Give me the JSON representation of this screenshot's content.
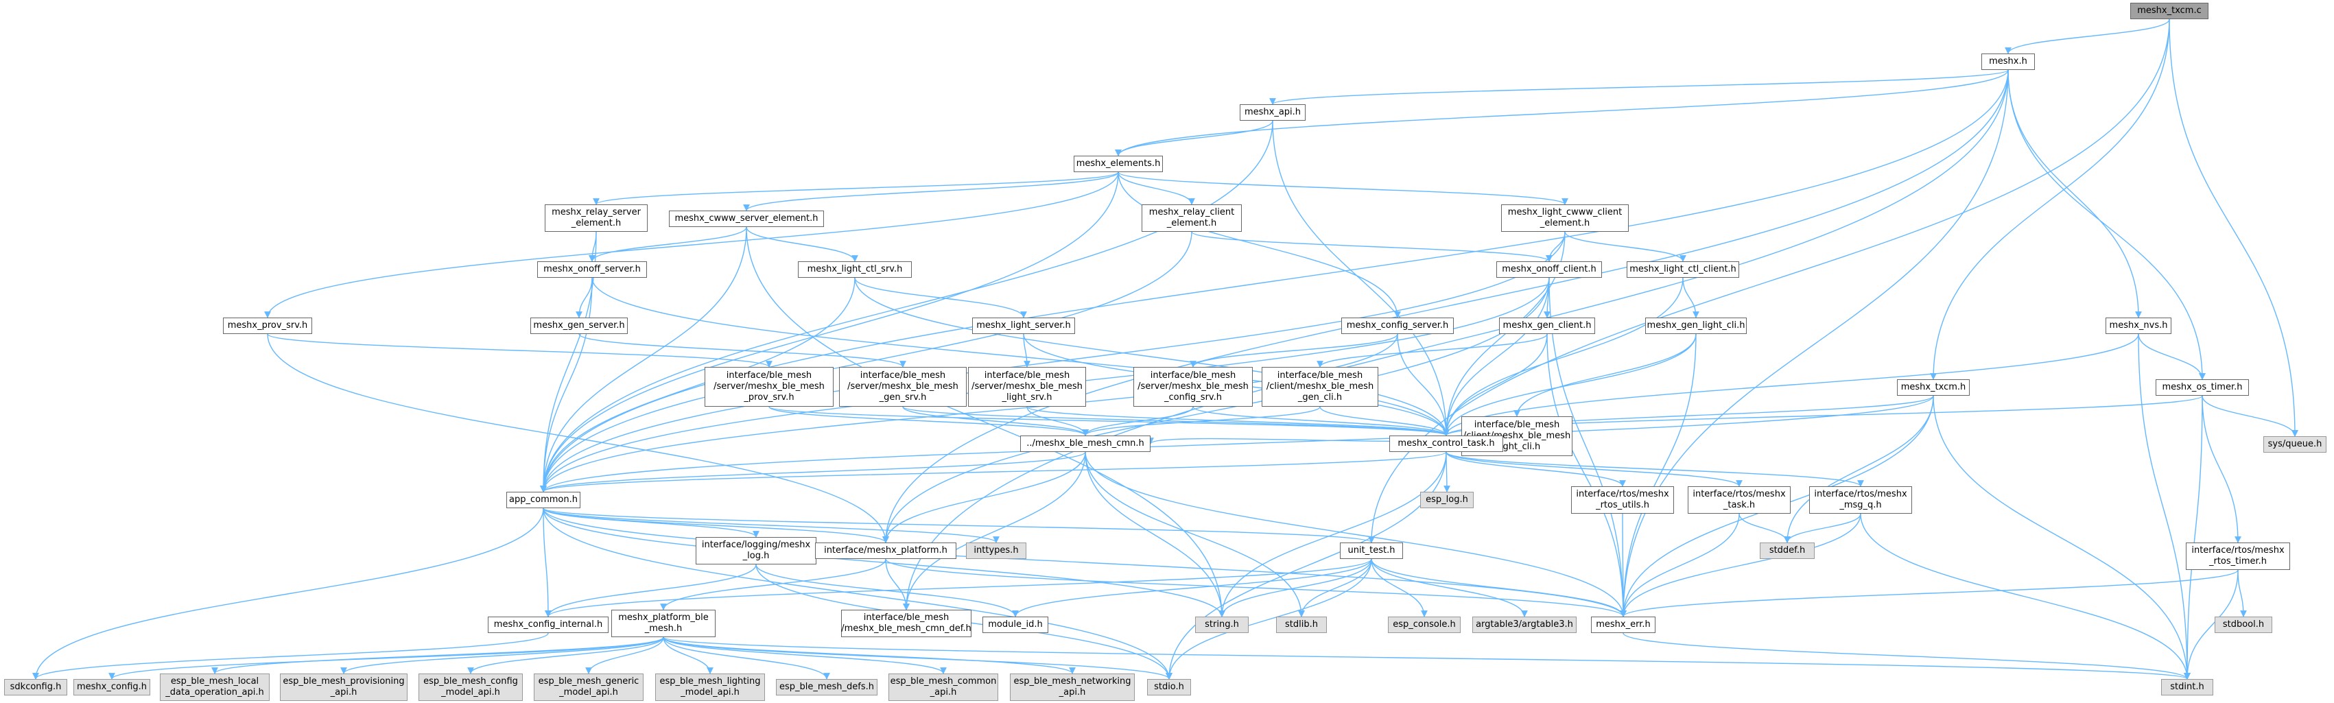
{
  "colors": {
    "edge": "#63b8ff",
    "node_border": "#666666",
    "sys_fill": "#e0e0e0",
    "root_fill": "#a0a0a0"
  },
  "nodes": {
    "meshx_txcm_c": "meshx_txcm.c",
    "meshx_h": "meshx.h",
    "meshx_api_h": "meshx_api.h",
    "meshx_elements_h": "meshx_elements.h",
    "meshx_relay_server_element_h": "meshx_relay_server\n_element.h",
    "meshx_cwww_server_element_h": "meshx_cwww_server_element.h",
    "meshx_relay_client_element_h": "meshx_relay_client\n_element.h",
    "meshx_light_cwww_client_element_h": "meshx_light_cwww_client\n_element.h",
    "meshx_onoff_server_h": "meshx_onoff_server.h",
    "meshx_light_ctl_srv_h": "meshx_light_ctl_srv.h",
    "meshx_onoff_client_h": "meshx_onoff_client.h",
    "meshx_light_ctl_client_h": "meshx_light_ctl_client.h",
    "meshx_prov_srv_h": "meshx_prov_srv.h",
    "meshx_gen_server_h": "meshx_gen_server.h",
    "meshx_light_server_h": "meshx_light_server.h",
    "meshx_config_server_h": "meshx_config_server.h",
    "meshx_gen_client_h": "meshx_gen_client.h",
    "meshx_gen_light_cli_h": "meshx_gen_light_cli.h",
    "meshx_nvs_h": "meshx_nvs.h",
    "meshx_txcm_h": "meshx_txcm.h",
    "meshx_os_timer_h": "meshx_os_timer.h",
    "prov_srv_iface": "interface/ble_mesh\n/server/meshx_ble_mesh\n_prov_srv.h",
    "gen_srv_iface": "interface/ble_mesh\n/server/meshx_ble_mesh\n_gen_srv.h",
    "light_srv_iface": "interface/ble_mesh\n/server/meshx_ble_mesh\n_light_srv.h",
    "config_srv_iface": "interface/ble_mesh\n/server/meshx_ble_mesh\n_config_srv.h",
    "gen_cli_iface": "interface/ble_mesh\n/client/meshx_ble_mesh\n_gen_cli.h",
    "light_cli_iface": "interface/ble_mesh\n/client/meshx_ble_mesh\n_light_cli.h",
    "sys_queue_h": "sys/queue.h",
    "ble_mesh_cmn_h": "../meshx_ble_mesh_cmn.h",
    "meshx_control_task_h": "meshx_control_task.h",
    "app_common_h": "app_common.h",
    "esp_log_h": "esp_log.h",
    "rtos_utils_h": "interface/rtos/meshx\n_rtos_utils.h",
    "rtos_task_h": "interface/rtos/meshx\n_task.h",
    "rtos_msg_q_h": "interface/rtos/meshx\n_msg_q.h",
    "stddef_h": "stddef.h",
    "inttypes_h": "inttypes.h",
    "logging_log_h": "interface/logging/meshx\n_log.h",
    "meshx_platform_h": "interface/meshx_platform.h",
    "unit_test_h": "unit_test.h",
    "rtos_timer_h": "interface/rtos/meshx\n_rtos_timer.h",
    "meshx_config_internal_h": "meshx_config_internal.h",
    "meshx_platform_ble_mesh_h": "meshx_platform_ble\n_mesh.h",
    "ble_mesh_cmn_def_h": "interface/ble_mesh\n/meshx_ble_mesh_cmn_def.h",
    "module_id_h": "module_id.h",
    "string_h": "string.h",
    "stdlib_h": "stdlib.h",
    "esp_console_h": "esp_console.h",
    "argtable3_h": "argtable3/argtable3.h",
    "meshx_err_h": "meshx_err.h",
    "stdbool_h": "stdbool.h",
    "sdkconfig_h": "sdkconfig.h",
    "meshx_config_h": "meshx_config.h",
    "esp_local_data_h": "esp_ble_mesh_local\n_data_operation_api.h",
    "esp_provisioning_h": "esp_ble_mesh_provisioning\n_api.h",
    "esp_config_model_h": "esp_ble_mesh_config\n_model_api.h",
    "esp_generic_model_h": "esp_ble_mesh_generic\n_model_api.h",
    "esp_lighting_model_h": "esp_ble_mesh_lighting\n_model_api.h",
    "esp_defs_h": "esp_ble_mesh_defs.h",
    "esp_common_api_h": "esp_ble_mesh_common\n_api.h",
    "esp_networking_h": "esp_ble_mesh_networking\n_api.h",
    "stdio_h": "stdio.h",
    "stdint_h": "stdint.h"
  }
}
